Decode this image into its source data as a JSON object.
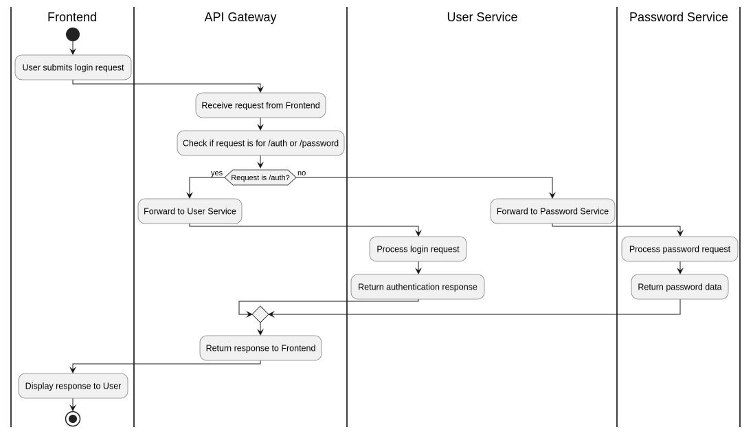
{
  "lanes": [
    {
      "id": "frontend",
      "title": "Frontend"
    },
    {
      "id": "gateway",
      "title": "API Gateway"
    },
    {
      "id": "user",
      "title": "User Service"
    },
    {
      "id": "password",
      "title": "Password Service"
    }
  ],
  "activities": {
    "submit": "User submits login request",
    "receive": "Receive request from Frontend",
    "check": "Check if request is for /auth or /password",
    "forward_user": "Forward to User Service",
    "forward_password": "Forward to Password Service",
    "process_login": "Process login request",
    "return_auth": "Return authentication response",
    "process_password": "Process password request",
    "return_password": "Return password data",
    "return_frontend": "Return response to Frontend",
    "display": "Display response to User"
  },
  "decision": {
    "question": "Request is /auth?",
    "yes_label": "yes",
    "no_label": "no"
  }
}
